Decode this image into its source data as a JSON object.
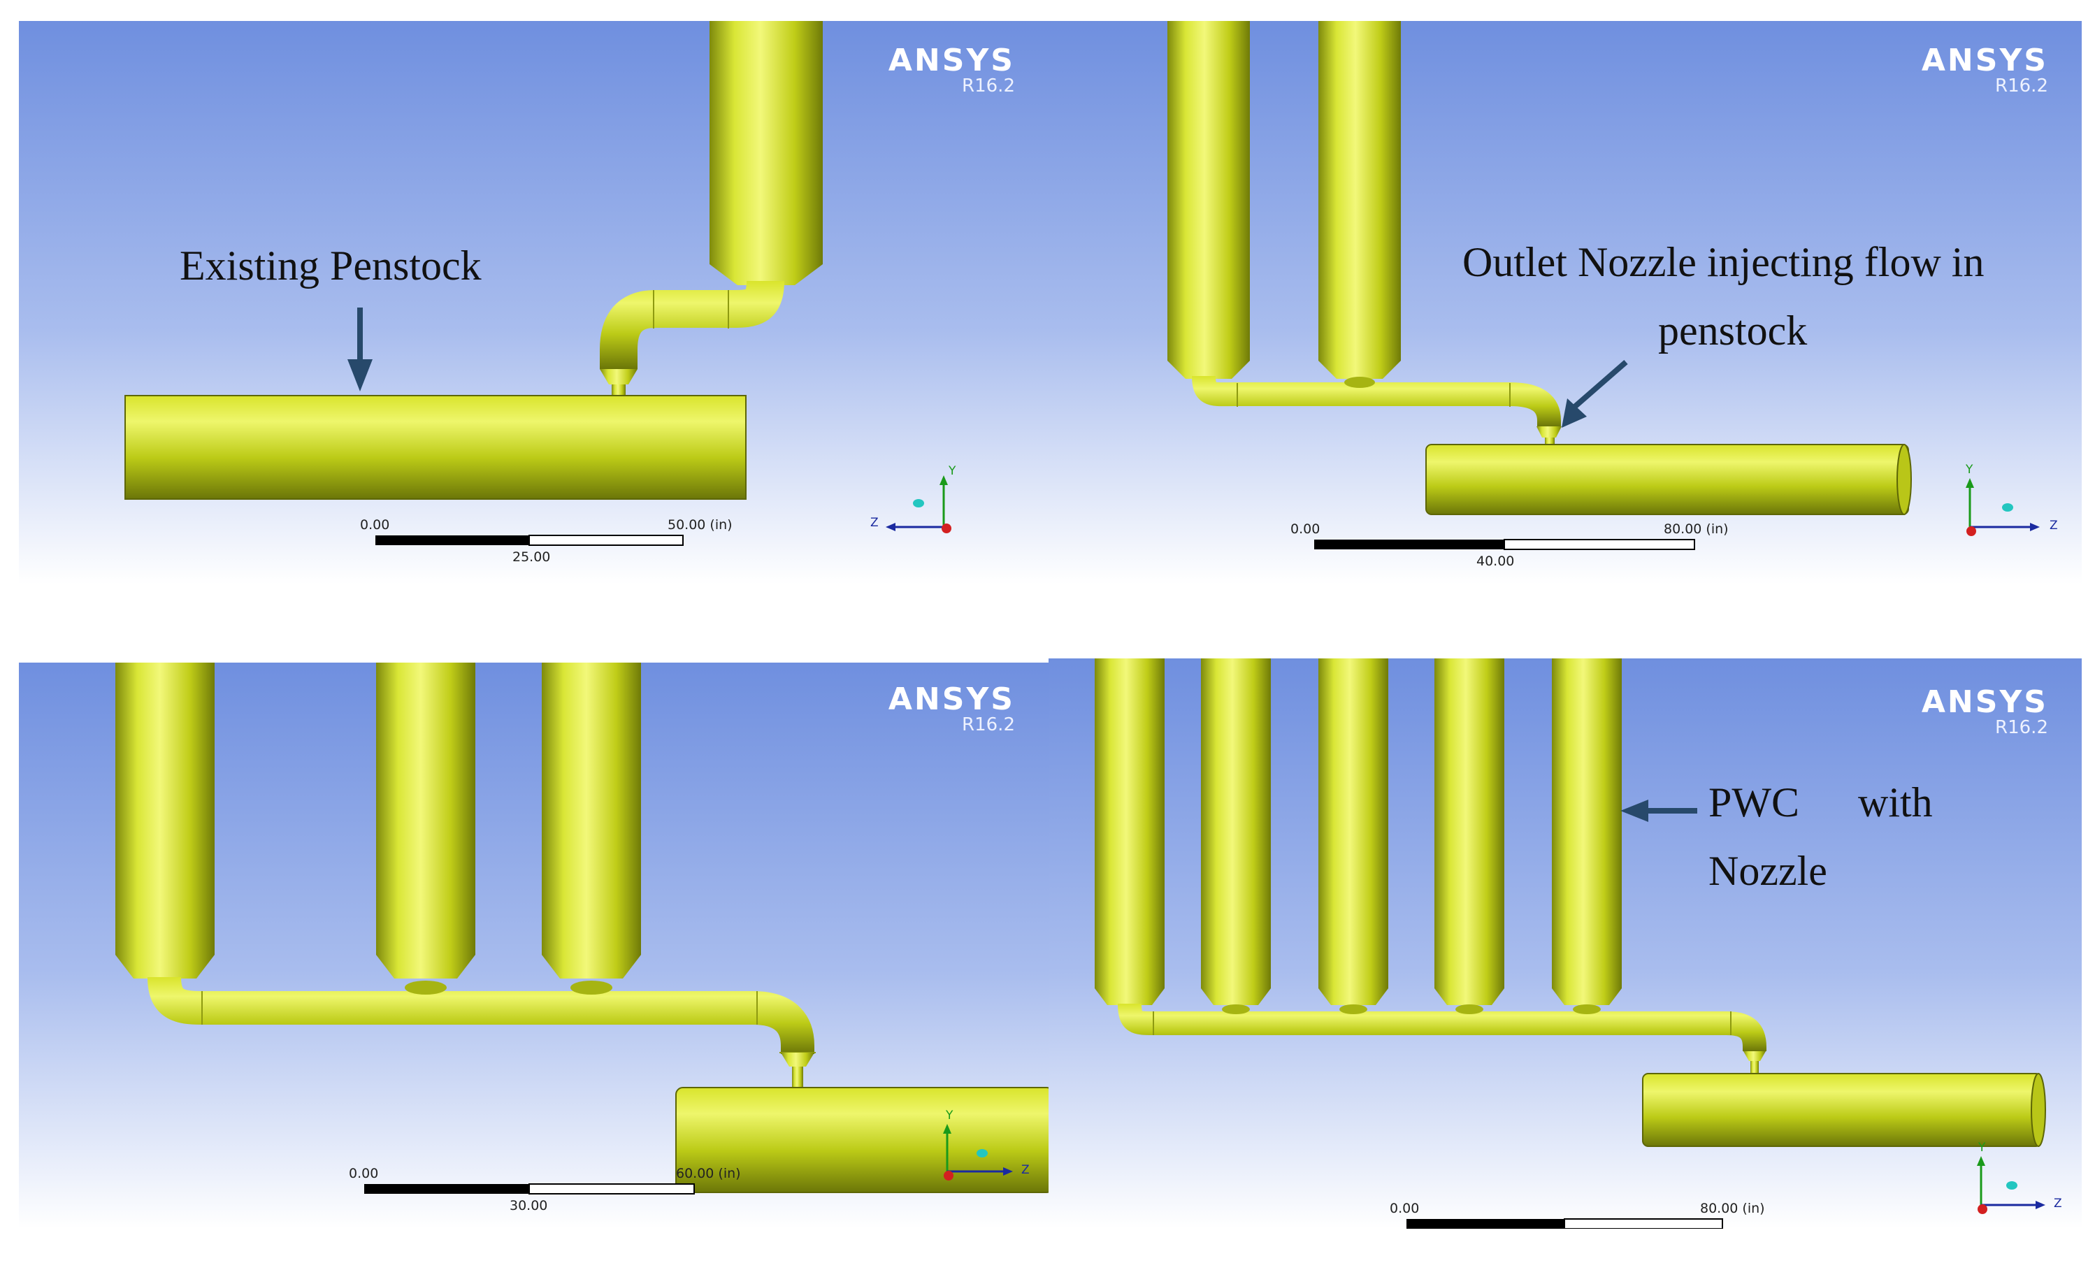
{
  "brand": {
    "name": "ANSYS",
    "version": "R16.2"
  },
  "colors": {
    "pipe": "#c7d41a",
    "sky_top": "#6f8fdf",
    "sky_bottom": "#ffffff",
    "arrow": "#27496b"
  },
  "panels": [
    {
      "annotation": "Existing Penstock",
      "scale": {
        "start": "0.00",
        "mid": "25.00",
        "end": "50.00 (in)"
      },
      "axes": {
        "left": "Z",
        "up": "Y"
      }
    },
    {
      "annotation_line1": "Outlet Nozzle injecting flow in",
      "annotation_line2": "penstock",
      "scale": {
        "start": "0.00",
        "mid": "40.00",
        "end": "80.00 (in)"
      },
      "axes": {
        "right": "Z",
        "up": "Y"
      }
    },
    {
      "scale": {
        "start": "0.00",
        "mid": "30.00",
        "end": "60.00 (in)"
      },
      "axes": {
        "right": "Z",
        "up": "Y"
      }
    },
    {
      "annotation_line1_a": "PWC",
      "annotation_line1_b": "with",
      "annotation_line2": "Nozzle",
      "scale": {
        "start": "0.00",
        "end": "80.00 (in)"
      },
      "axes": {
        "right": "Z",
        "up": "Y"
      }
    }
  ]
}
